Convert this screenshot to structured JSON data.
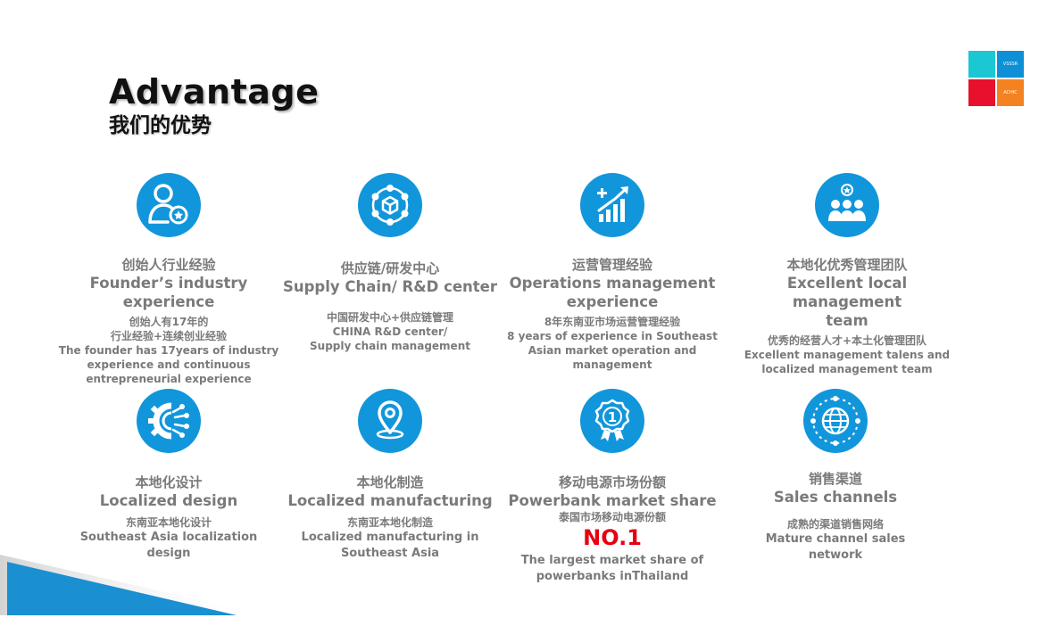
{
  "header": {
    "title": "Advantage",
    "subtitle": "我们的优势"
  },
  "logo": {
    "tiles": [
      "",
      "VSSSR",
      "",
      "ACHIC"
    ]
  },
  "colors": {
    "icon_blue": "#1296db",
    "text_gray": "#7a7a7a",
    "accent_red": "#e60012",
    "corner_blue": "#1a8fd1"
  },
  "cards": [
    {
      "icon": "user-badge-icon",
      "cn": "创始人行业经验",
      "en": [
        "Founder’s industry",
        "experience"
      ],
      "details": [
        "创始人有17年的",
        "行业经验+连续创业经验",
        "The founder has 17years of industry",
        "experience and continuous",
        "entrepreneurial experience"
      ]
    },
    {
      "icon": "supply-chain-cube-icon",
      "cn": "供应链/研发中心",
      "en": [
        "Supply Chain/ R&D center"
      ],
      "details": [
        "中国研发中心+供应链管理",
        "CHINA R&D center/",
        "Supply chain management"
      ]
    },
    {
      "icon": "growth-chart-icon",
      "cn": "运营管理经验",
      "en": [
        "Operations management",
        "experience"
      ],
      "details": [
        "8年东南亚市场运营管理经验",
        "8 years of experience in Southeast",
        "Asian market operation and",
        "management"
      ]
    },
    {
      "icon": "team-icon",
      "cn": "本地化优秀管理团队",
      "en": [
        "Excellent local management",
        "team"
      ],
      "details": [
        "优秀的经营人才+本土化管理团队",
        "Excellent management talens and",
        "localized management team"
      ]
    },
    {
      "icon": "gear-design-icon",
      "cn": "本地化设计",
      "en": [
        "Localized design"
      ],
      "details": [
        "东南亚本地化设计",
        "Southeast Asia localization",
        "design"
      ]
    },
    {
      "icon": "location-pin-icon",
      "cn": "本地化制造",
      "en": [
        "Localized manufacturing"
      ],
      "details": [
        "东南亚本地化制造",
        "Localized manufacturing in",
        "Southeast Asia"
      ]
    },
    {
      "icon": "number-one-medal-icon",
      "cn": "移动电源市场份额",
      "en": [
        "Powerbank market share"
      ],
      "details_pre": [
        "泰国市场移动电源份额"
      ],
      "highlight": "NO.1",
      "details": [
        "The largest market share of",
        "powerbanks inThailand"
      ]
    },
    {
      "icon": "globe-channel-icon",
      "cn": "销售渠道",
      "en": [
        "Sales channels"
      ],
      "details": [
        "成熟的渠道销售网络",
        "Mature channel sales",
        "network"
      ]
    }
  ]
}
